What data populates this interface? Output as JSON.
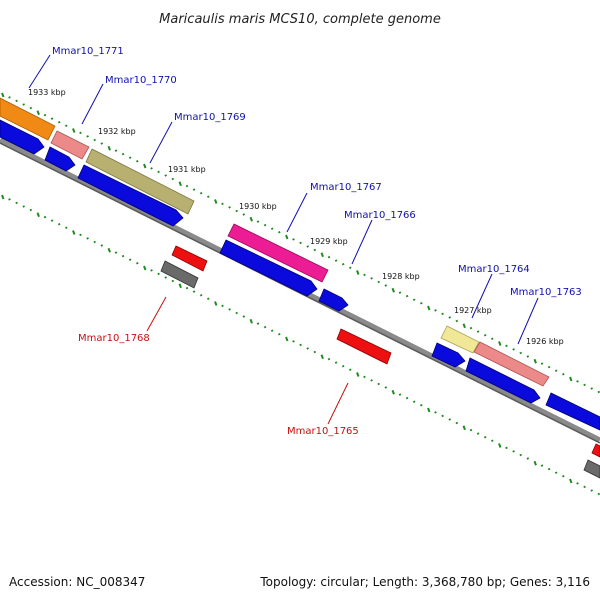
{
  "header": {
    "title": "Maricaulis maris MCS10, complete genome"
  },
  "footer": {
    "accession": "Accession: NC_008347",
    "summary": "Topology: circular; Length: 3,368,780 bp; Genes: 3,116"
  },
  "scale_labels": [
    "1933 kbp",
    "1932 kbp",
    "1931 kbp",
    "1930 kbp",
    "1929 kbp",
    "1928 kbp",
    "1927 kbp",
    "1926 kbp"
  ],
  "colors": {
    "backbone": "#8a8a8a",
    "tick": "#1f8a1f",
    "label_top": "#1010b0",
    "label_bottom": "#c81010",
    "cds": "#0a0adc",
    "rev_gene": "#ee1010",
    "gray_gene": "#6a6a6a"
  },
  "genes_top": [
    {
      "label": "Mmar10_1771",
      "color": "#f08a14"
    },
    {
      "label": "Mmar10_1770",
      "color": "#ec8a8a"
    },
    {
      "label": "Mmar10_1769",
      "color": "#b8b070"
    },
    {
      "label": "Mmar10_1767",
      "color": "#ec1c94"
    },
    {
      "label": "Mmar10_1766",
      "color": ""
    },
    {
      "label": "Mmar10_1764",
      "color": "#f0e896"
    },
    {
      "label": "Mmar10_1763",
      "color": "#ec8a8a"
    }
  ],
  "genes_bottom": [
    {
      "label": "Mmar10_1768"
    },
    {
      "label": "Mmar10_1765"
    }
  ]
}
